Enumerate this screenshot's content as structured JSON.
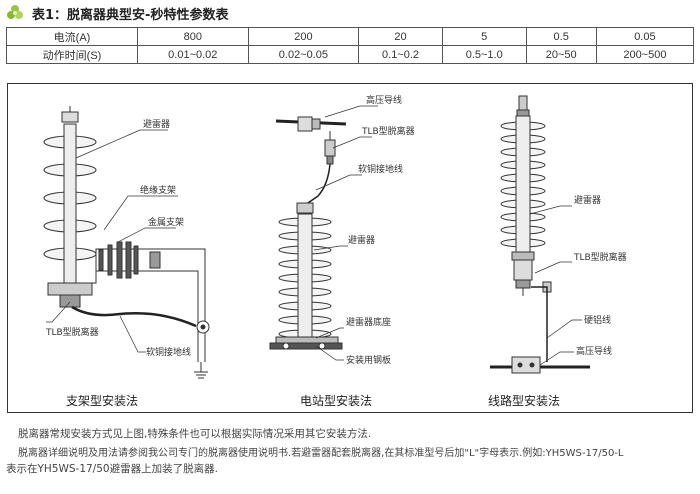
{
  "title": "表1：脱离器典型安-秒特性参数表",
  "table": {
    "row1": {
      "label": "电流(A)",
      "values": [
        "800",
        "200",
        "20",
        "5",
        "0.5",
        "0.05"
      ]
    },
    "row2": {
      "label": "动作时间(S)",
      "values": [
        "0.01~0.02",
        "0.02~0.05",
        "0.1~0.2",
        "0.5~1.0",
        "20~50",
        "200~500"
      ]
    }
  },
  "figure": {
    "labels": {
      "arrester_1": "避雷器",
      "insulating_bracket": "绝缘支架",
      "metal_bracket": "金属支架",
      "tlb_1": "TLB型脱离器",
      "ground_wire_1": "软铜接地线",
      "hv_wire_2": "高压导线",
      "tlb_2": "TLB型脱离器",
      "ground_wire_2": "软铜接地线",
      "arrester_2": "避雷器",
      "arrester_base": "避雷器底座",
      "steel_plate": "安装用钢板",
      "arrester_3": "避雷器",
      "tlb_3": "TLB型脱离器",
      "hard_al_wire": "硬铝线",
      "hv_wire_3": "高压导线"
    },
    "captions": [
      "支架型安装法",
      "电站型安装法",
      "线路型安装法"
    ]
  },
  "notes": {
    "line1": "脱离器常规安装方式见上图,特殊条件也可以根据实际情况采用其它安装方法.",
    "line2": "脱离器详细说明及用法请参阅我公司专门的脱离器使用说明书.若避雷器配套脱离器,在其标准型号后加\"L\"字母表示.例如:YH5WS-17/50-L",
    "line3": "表示在YH5WS-17/50避雷器上加装了脱离器."
  }
}
